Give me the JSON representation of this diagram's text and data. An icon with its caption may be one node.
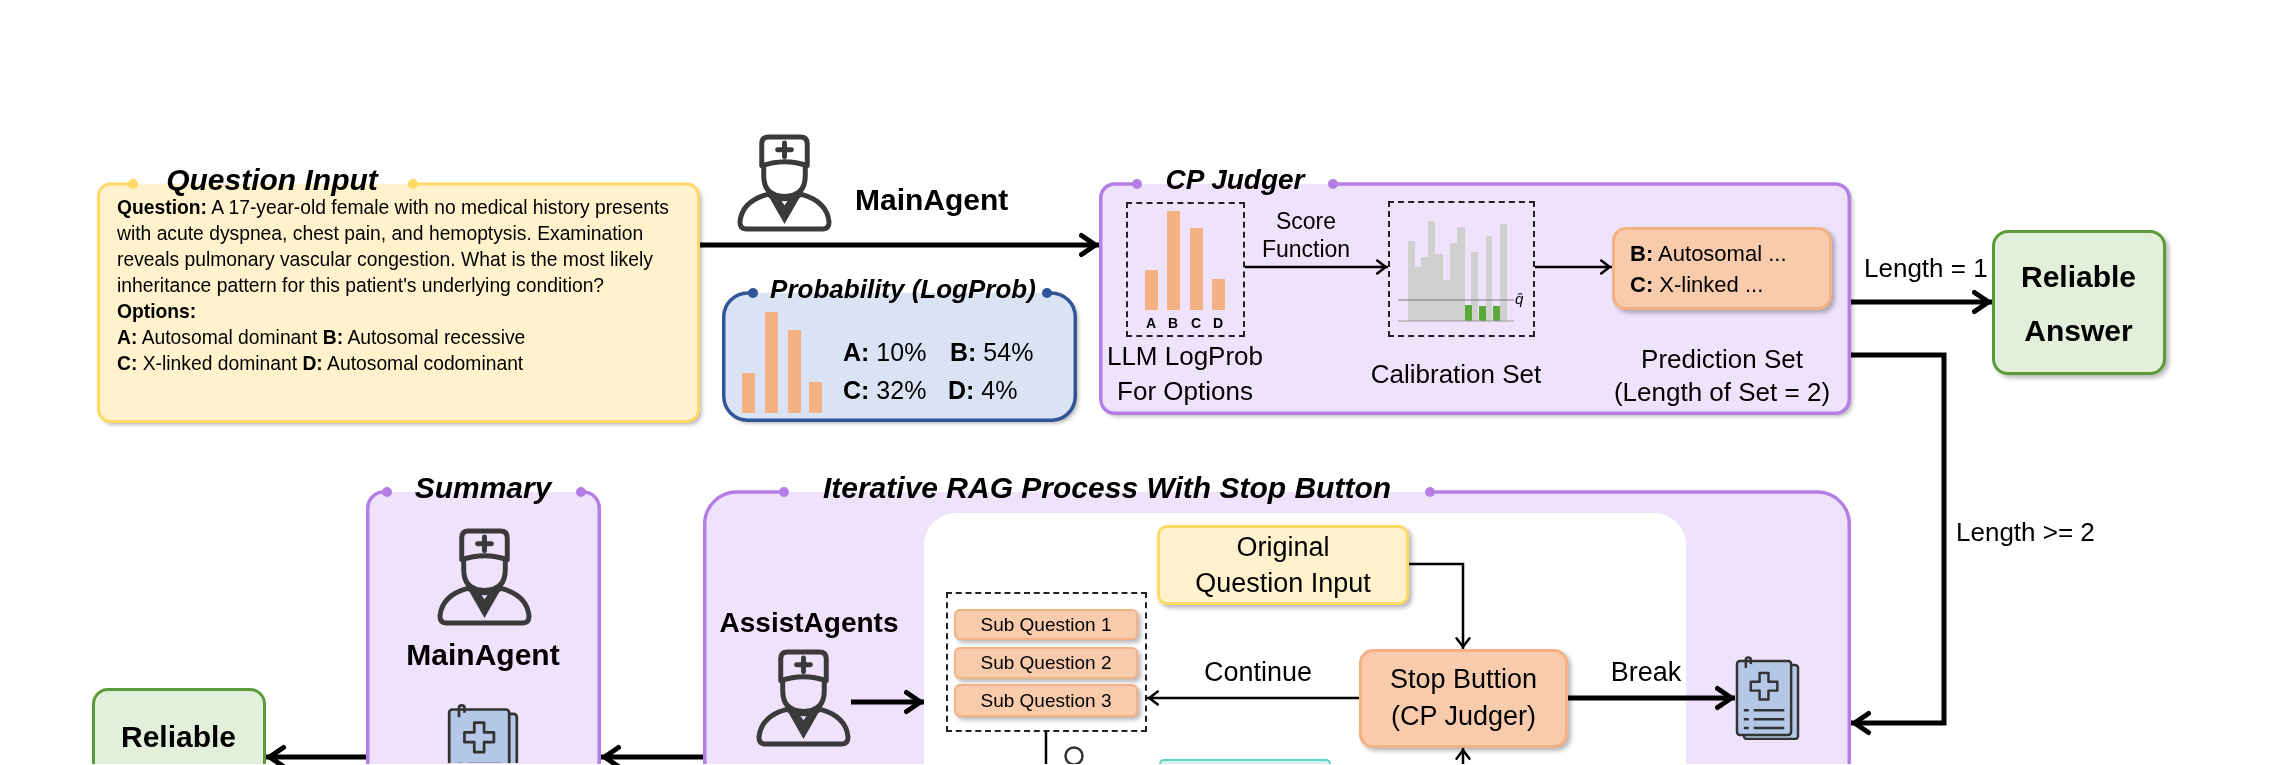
{
  "diagram": {
    "nodes": [
      {
        "text": [
          "Question Input",
          "**Question:** A 17-year-old female with no medical history presents with acute dyspnea, chest pain, and hemoptysis. Examination reveals pulmonary vascular congestion. What is the most likely inheritance pattern for this patient's underlying condition?",
          "Options:",
          "**A:** Autosomal dominant **B:** Autosomal recessive",
          "**C:** X-linked dominant **D:** Autosomal codominant"
        ]
      },
      {
        "text": [
          "Probability (LogProb)",
          "**A:** 10%",
          "**B:** 54%",
          "**C:** 32%",
          "**D:** 4%"
        ]
      },
      {
        "text": [
          "CP Judger"
        ]
      },
      {
        "text": [
          "A",
          "B",
          "C",
          "D"
        ],
        "in": 2,
        "beside": [
          "LLM LogProb For Options"
        ]
      },
      {
        "text": [
          "q̂"
        ],
        "in": 2,
        "beside": [
          "Calibration Set"
        ]
      },
      {
        "text": [
          "**B:** Autosomal ...",
          "**C:** X-linked ..."
        ],
        "in": 2,
        "beside": [
          "Prediction Set (Length of Set = 2)"
        ]
      },
      {
        "text": [
          "Reliable Answer"
        ]
      },
      {
        "text": [
          "Summary",
          "MainAgent"
        ]
      },
      {
        "text": [
          "Reliable"
        ]
      },
      {
        "text": [
          "Iterative RAG Process With Stop Button"
        ]
      },
      {
        "text": [],
        "shape": "person",
        "in": 9,
        "beside": [
          "AssistAgents"
        ]
      },
      {
        "text": [],
        "shape": "box",
        "in": 9
      },
      {
        "text": [
          "Original Question Input"
        ],
        "in": 11
      },
      {
        "text": [],
        "shape": "box",
        "in": 11
      },
      {
        "text": [
          "Sub Question 1"
        ],
        "in": 13
      },
      {
        "text": [
          "Sub Question 2"
        ],
        "in": 13
      },
      {
        "text": [
          "Sub Question 3"
        ],
        "in": 13
      },
      {
        "text": [
          "Stop Buttion (CP Judger)"
        ],
        "in": 11
      },
      {
        "text": [],
        "shape": "picture",
        "in": 9
      },
      {
        "text": [],
        "shape": "box",
        "in": 11
      }
    ],
    "edges": [
      {
        "from": 0,
        "to": 2,
        "arrow": "to",
        "label": "MainAgent"
      },
      {
        "from": 3,
        "to": 4,
        "arrow": "to",
        "label": "Score Function"
      },
      {
        "from": 4,
        "to": 5,
        "arrow": "to"
      },
      {
        "from": 2,
        "to": 6,
        "arrow": "to",
        "label": "Length = 1"
      },
      {
        "from": 2,
        "to": 9,
        "arrow": "to",
        "label": "Length >= 2"
      },
      {
        "from": 9,
        "to": 7,
        "arrow": "to"
      },
      {
        "from": 7,
        "to": 8,
        "arrow": "to"
      },
      {
        "from": 10,
        "to": 11,
        "arrow": "to"
      },
      {
        "from": 12,
        "to": 17,
        "arrow": "to"
      },
      {
        "from": 17,
        "to": 13,
        "arrow": "to",
        "label": "Continue"
      },
      {
        "from": 17,
        "to": 18,
        "arrow": "to",
        "label": "Break"
      },
      {
        "from": 13,
        "to": null,
        "arrow": "none"
      },
      {
        "from": null,
        "to": 17,
        "arrow": "to"
      }
    ]
  }
}
